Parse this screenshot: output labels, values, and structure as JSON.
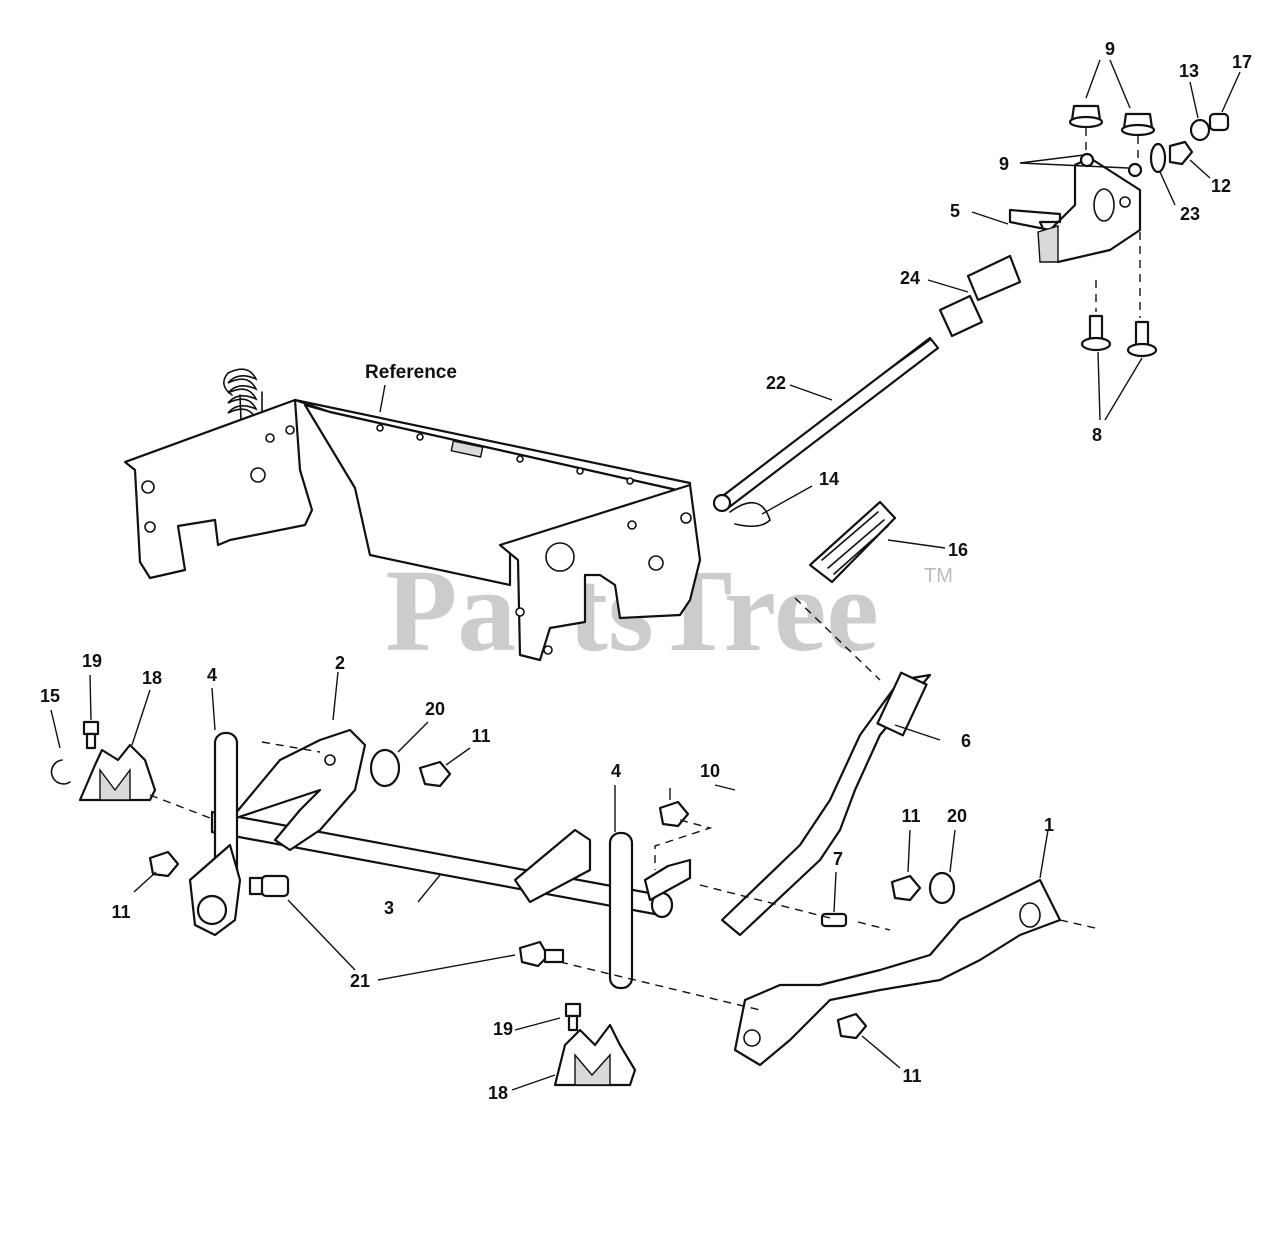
{
  "diagram": {
    "watermark": "PartsTree",
    "trademark": "TM",
    "reference_label": "Reference",
    "callouts": [
      "1",
      "2",
      "3",
      "4",
      "4",
      "5",
      "6",
      "7",
      "8",
      "9",
      "9",
      "10",
      "11",
      "11",
      "11",
      "11",
      "12",
      "13",
      "14",
      "15",
      "16",
      "17",
      "18",
      "18",
      "19",
      "19",
      "20",
      "20",
      "21",
      "22",
      "23",
      "24"
    ]
  }
}
